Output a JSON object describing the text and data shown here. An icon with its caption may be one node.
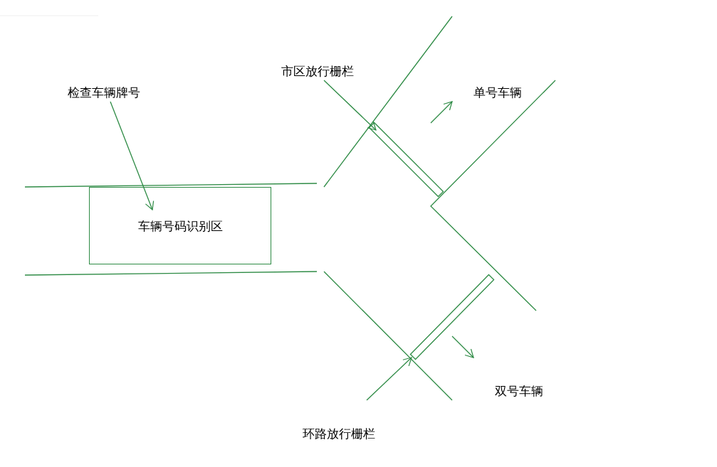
{
  "diagram": {
    "nodes": [
      {
        "text": [
          "检查车辆牌号"
        ]
      },
      {
        "text": [
          "车辆号码识别区"
        ]
      },
      {
        "text": [
          "市区放行栅栏"
        ]
      },
      {
        "text": [],
        "shape": "bar"
      },
      {
        "text": [],
        "shape": "bar"
      }
    ],
    "edges": [
      {
        "from": 0,
        "to": 1,
        "arrow": "to"
      },
      {
        "from": 2,
        "to": 3,
        "arrow": "to"
      },
      {
        "from": null,
        "to": 4,
        "arrow": "to"
      }
    ],
    "labels": [
      "单号车辆",
      "双号车辆",
      "环路放行栅栏"
    ]
  }
}
